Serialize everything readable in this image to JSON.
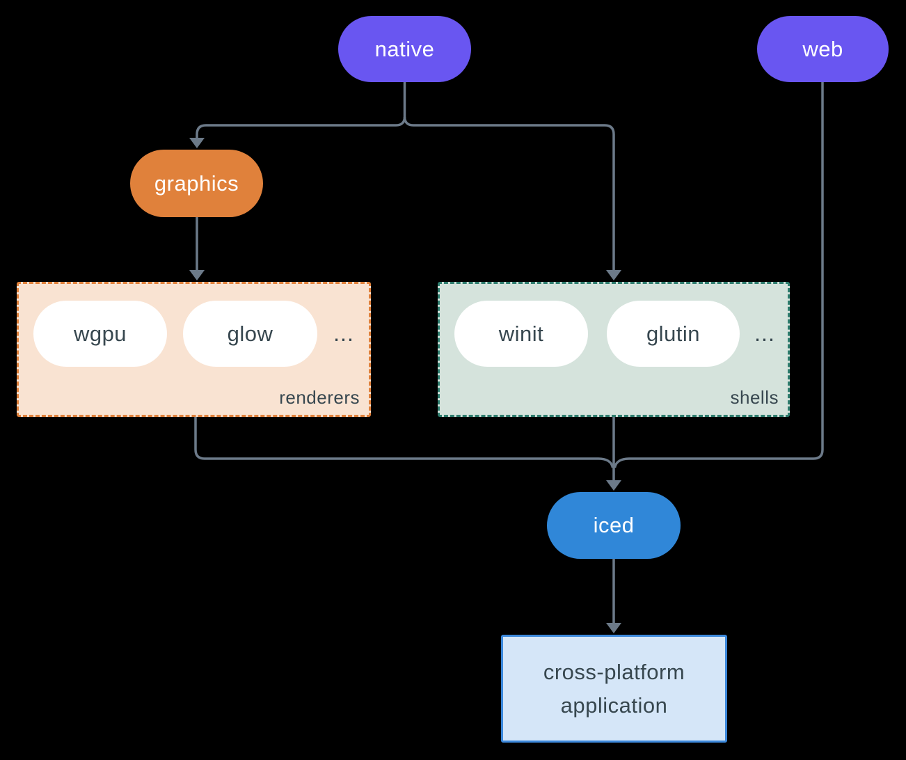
{
  "colors": {
    "background": "#000000",
    "connector": "#6C7A89",
    "native_fill": "#6956F1",
    "web_fill": "#6956F1",
    "graphics_fill": "#E0813B",
    "iced_fill": "#3087D8",
    "pill_text": "#FFFFFF",
    "dark_text": "#37474F",
    "renderers_fill": "#F9E3D2",
    "renderers_border": "#E0813B",
    "shells_fill": "#D5E3DC",
    "shells_border": "#2E7D6E",
    "app_fill": "#D5E6F8",
    "app_border": "#3C88DB"
  },
  "nodes": {
    "native": {
      "label": "native"
    },
    "web": {
      "label": "web"
    },
    "graphics": {
      "label": "graphics"
    },
    "iced": {
      "label": "iced"
    },
    "app": {
      "label": "cross-platform\napplication"
    }
  },
  "groups": {
    "renderers": {
      "label": "renderers",
      "items": [
        "wgpu",
        "glow"
      ],
      "ellipsis": "..."
    },
    "shells": {
      "label": "shells",
      "items": [
        "winit",
        "glutin"
      ],
      "ellipsis": "..."
    }
  }
}
